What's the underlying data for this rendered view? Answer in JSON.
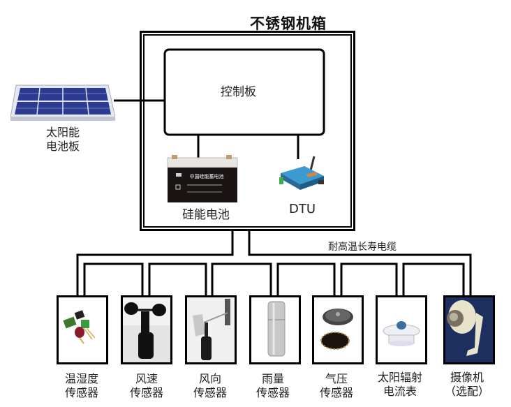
{
  "cabinet": {
    "title": "不锈钢机箱",
    "control_board_label": "控制板",
    "battery_label": "硅能电池",
    "dtu_label": "DTU",
    "battery_brand_text": "中国硅能蓄电池"
  },
  "solar_panel": {
    "label_line1": "太阳能",
    "label_line2": "电池板"
  },
  "cable_label": "耐高温长寿电缆",
  "sensors": [
    {
      "id": "temp-humidity",
      "line1": "温湿度",
      "line2": "传感器",
      "icon": "temp-humidity-sensor-icon"
    },
    {
      "id": "wind-speed",
      "line1": "风速",
      "line2": "传感器",
      "icon": "anemometer-icon"
    },
    {
      "id": "wind-direction",
      "line1": "风向",
      "line2": "传感器",
      "icon": "wind-vane-icon"
    },
    {
      "id": "rain",
      "line1": "雨量",
      "line2": "传感器",
      "icon": "rain-gauge-icon"
    },
    {
      "id": "pressure",
      "line1": "气压",
      "line2": "传感器",
      "icon": "barometer-icon"
    },
    {
      "id": "solar-radiation",
      "line1": "太阳辐射",
      "line2": "电流表",
      "icon": "pyranometer-icon"
    },
    {
      "id": "camera",
      "line1": "摄像机",
      "line2": "（选配）",
      "icon": "camera-icon"
    }
  ],
  "colors": {
    "solar_blue": "#2c3a8f",
    "dtu_blue": "#3a9bd0",
    "camera_bg": "#1c2f5e",
    "battery_black": "#1a1414"
  }
}
